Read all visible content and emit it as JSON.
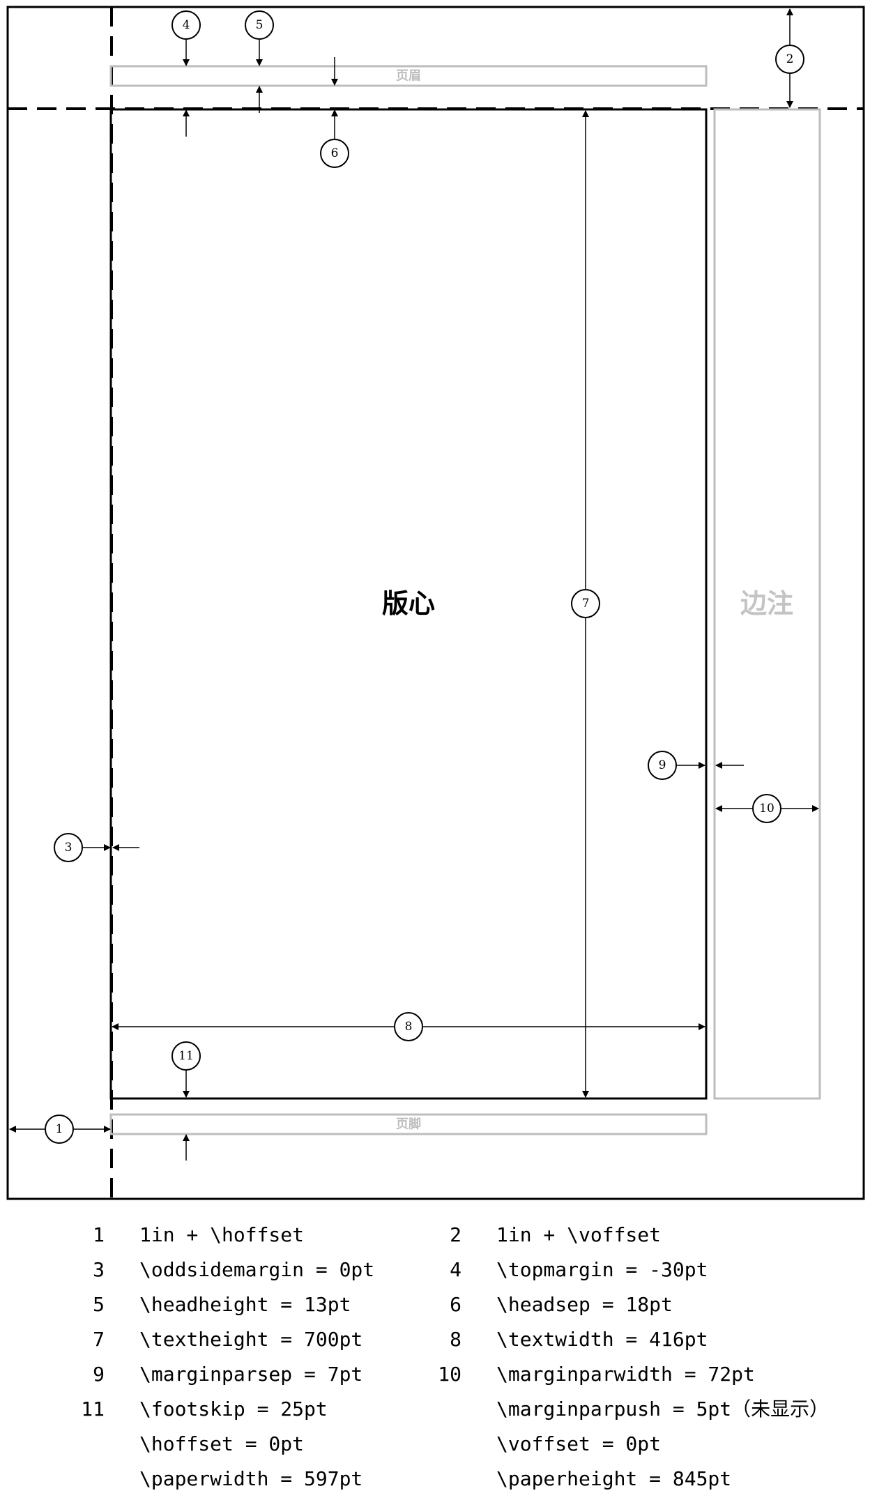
{
  "diagram": {
    "title": "LaTeX page layout",
    "regions": {
      "body": "版心",
      "marginal_note": "边注",
      "header": "页眉",
      "footer": "页脚"
    },
    "callouts": [
      "1",
      "2",
      "3",
      "4",
      "5",
      "6",
      "7",
      "8",
      "9",
      "10",
      "11"
    ],
    "colors": {
      "line": "#000000",
      "gray_box": "#bdbdbd",
      "gray_text": "#c4c4c4"
    }
  },
  "legend": {
    "rows": [
      {
        "left_num": "1",
        "left_text": "1in + \\hoffset",
        "right_num": "2",
        "right_text": "1in + \\voffset"
      },
      {
        "left_num": "3",
        "left_text": "\\oddsidemargin = 0pt",
        "right_num": "4",
        "right_text": "\\topmargin = -30pt"
      },
      {
        "left_num": "5",
        "left_text": "\\headheight = 13pt",
        "right_num": "6",
        "right_text": "\\headsep = 18pt"
      },
      {
        "left_num": "7",
        "left_text": "\\textheight = 700pt",
        "right_num": "8",
        "right_text": "\\textwidth = 416pt"
      },
      {
        "left_num": "9",
        "left_text": "\\marginparsep = 7pt",
        "right_num": "10",
        "right_text": "\\marginparwidth = 72pt"
      },
      {
        "left_num": "11",
        "left_text": "\\footskip = 25pt",
        "right_num": "",
        "right_text": "\\marginparpush = 5pt（未显示）"
      },
      {
        "left_num": "",
        "left_text": "\\hoffset = 0pt",
        "right_num": "",
        "right_text": "\\voffset = 0pt"
      },
      {
        "left_num": "",
        "left_text": "\\paperwidth = 597pt",
        "right_num": "",
        "right_text": "\\paperheight = 845pt"
      }
    ]
  }
}
